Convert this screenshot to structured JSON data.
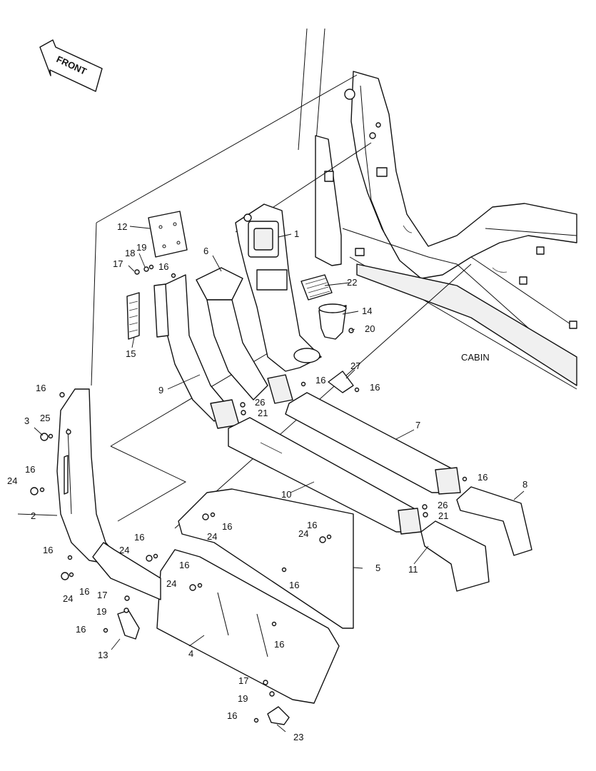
{
  "front_arrow_label": "FRONT",
  "cabin_label": "CABIN",
  "callouts": {
    "c1": "1",
    "c2": "2",
    "c3": "3",
    "c4": "4",
    "c5": "5",
    "c6": "6",
    "c7": "7",
    "c8": "8",
    "c9": "9",
    "c10": "10",
    "c11": "11",
    "c12": "12",
    "c13": "13",
    "c14": "14",
    "c15": "15",
    "c16": "16",
    "c17": "17",
    "c18": "18",
    "c19": "19",
    "c20": "20",
    "c21": "21",
    "c22": "22",
    "c23": "23",
    "c24": "24",
    "c25": "25",
    "c26": "26",
    "c27": "27"
  }
}
